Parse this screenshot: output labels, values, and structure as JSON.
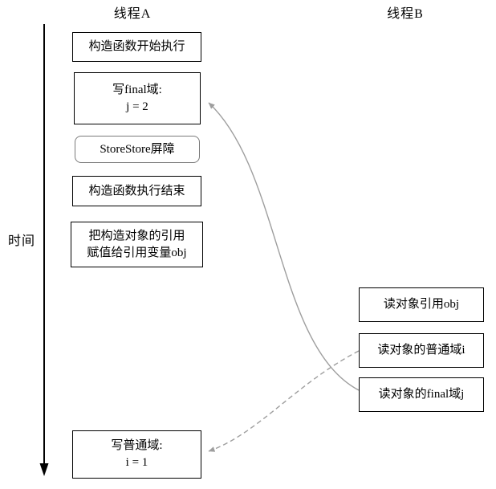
{
  "headers": {
    "thread_a": "线程A",
    "thread_b": "线程B"
  },
  "timeline": {
    "label": "时间"
  },
  "thread_a": {
    "boxes": [
      {
        "line1": "构造函数开始执行"
      },
      {
        "line1": "写final域:",
        "line2": "j = 2"
      },
      {
        "line1": "StoreStore屏障"
      },
      {
        "line1": "构造函数执行结束"
      },
      {
        "line1": "把构造对象的引用",
        "line2": "赋值给引用变量obj"
      },
      {
        "line1": "写普通域:",
        "line2": "i = 1"
      }
    ]
  },
  "thread_b": {
    "boxes": [
      {
        "line1": "读对象引用obj"
      },
      {
        "line1": "读对象的普通域i"
      },
      {
        "line1": "读对象的final域j"
      }
    ]
  },
  "colors": {
    "arrow_gray": "#9e9e9e",
    "box_border": "#000000",
    "time_axis": "#000000"
  }
}
